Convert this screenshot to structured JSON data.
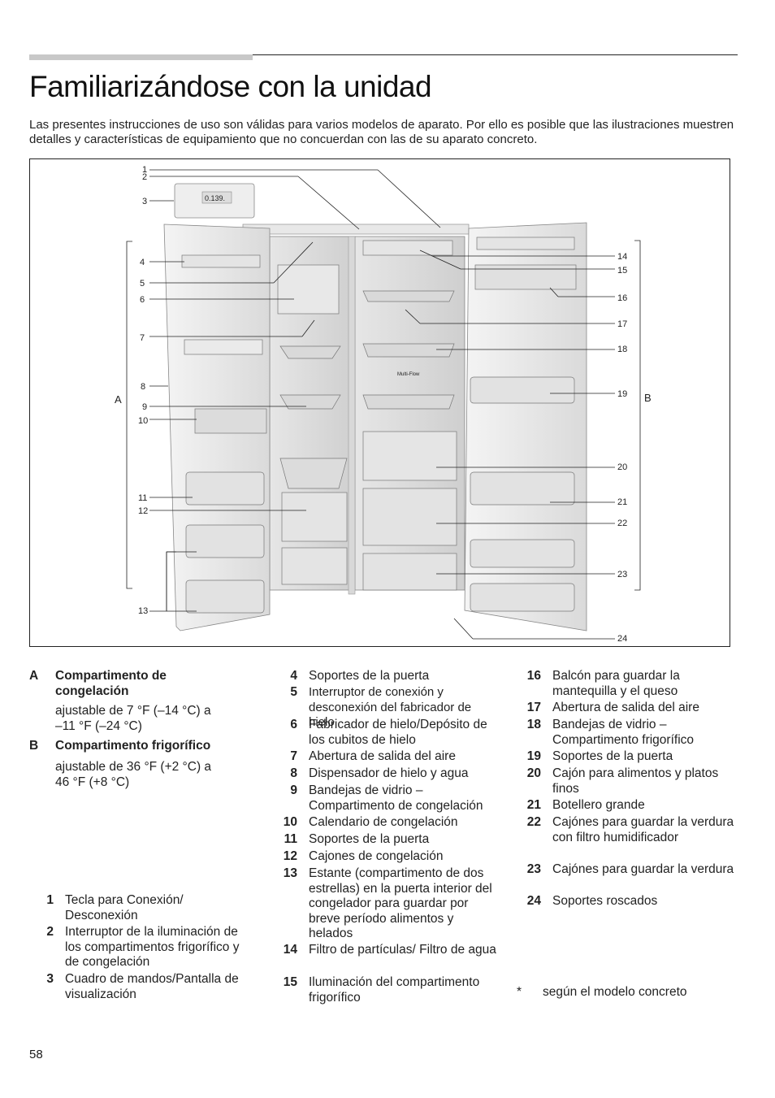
{
  "page": {
    "title": "Familiarizándose con la unidad",
    "intro": "Las presentes instrucciones de uso son válidas para varios modelos de aparato. Por ello es posible que las ilustraciones muestren detalles y características de equipamiento que no concuerdan con las de su aparato concreto.",
    "page_number": "58"
  },
  "figure": {
    "display_text": "0.139.",
    "callouts": [
      "1",
      "2",
      "3",
      "4",
      "5",
      "6",
      "7",
      "8",
      "9",
      "10",
      "11",
      "12",
      "13",
      "14",
      "15",
      "16",
      "17",
      "18",
      "19",
      "20",
      "21",
      "22",
      "23",
      "24"
    ],
    "section_a": "A",
    "section_b": "B",
    "multiflow_text": "Multi-Flow"
  },
  "sections": {
    "a_letter": "A",
    "a_title": "Compartimento de congelación",
    "a_detail": "ajustable de 7 °F (–14 °C) a –11 °F (–24 °C)",
    "b_letter": "B",
    "b_title": "Compartimento frigorífico",
    "b_detail": "ajustable de  36 °F (+2 °C) a 46 °F (+8 °C)"
  },
  "legend": [
    {
      "num": "1",
      "text": "Tecla para Conexión/ Desconexión"
    },
    {
      "num": "2",
      "text": "Interruptor de la iluminación de los compartimentos frigorífico y de congelación"
    },
    {
      "num": "3",
      "text": "Cuadro de mandos/Pantalla de visualización"
    },
    {
      "num": "4",
      "text": "Soportes de la puerta"
    },
    {
      "num": "5",
      "text": "Interruptor de conexión y desconexión del fabricador de hielo"
    },
    {
      "num": "6",
      "text": "Fabricador de hielo/Depósito de los cubitos de hielo"
    },
    {
      "num": "7",
      "text": "Abertura de salida del aire"
    },
    {
      "num": "8",
      "text": "Dispensador de hielo y agua"
    },
    {
      "num": "9",
      "text": "Bandejas de vidrio – Compartimento de congelación"
    },
    {
      "num": "10",
      "text": "Calendario de congelación"
    },
    {
      "num": "11",
      "text": "Soportes de la puerta"
    },
    {
      "num": "12",
      "text": "Cajones de congelación"
    },
    {
      "num": "13",
      "text": "Estante (compartimento de dos estrellas) en la puerta interior del congelador para guardar por breve período alimentos y helados"
    },
    {
      "num": "14",
      "text": "Filtro de partículas/ Filtro de agua"
    },
    {
      "num": "15",
      "text": "Iluminación del compartimento frigorífico"
    },
    {
      "num": "16",
      "text": "Balcón para guardar la mantequilla y el queso"
    },
    {
      "num": "17",
      "text": "Abertura de salida del aire"
    },
    {
      "num": "18",
      "text": "Bandejas de vidrio – Compartimento frigorífico"
    },
    {
      "num": "19",
      "text": "Soportes de la puerta"
    },
    {
      "num": "20",
      "text": "Cajón para alimentos y platos finos"
    },
    {
      "num": "21",
      "text": "Botellero grande"
    },
    {
      "num": "22",
      "text": "Cajónes para guardar la verdura con filtro humidificador"
    },
    {
      "num": "23",
      "text": "Cajónes para guardar la verdura"
    },
    {
      "num": "24",
      "text": "Soportes roscados"
    }
  ],
  "footnote": {
    "mark": "*",
    "text": "según el modelo concreto"
  }
}
